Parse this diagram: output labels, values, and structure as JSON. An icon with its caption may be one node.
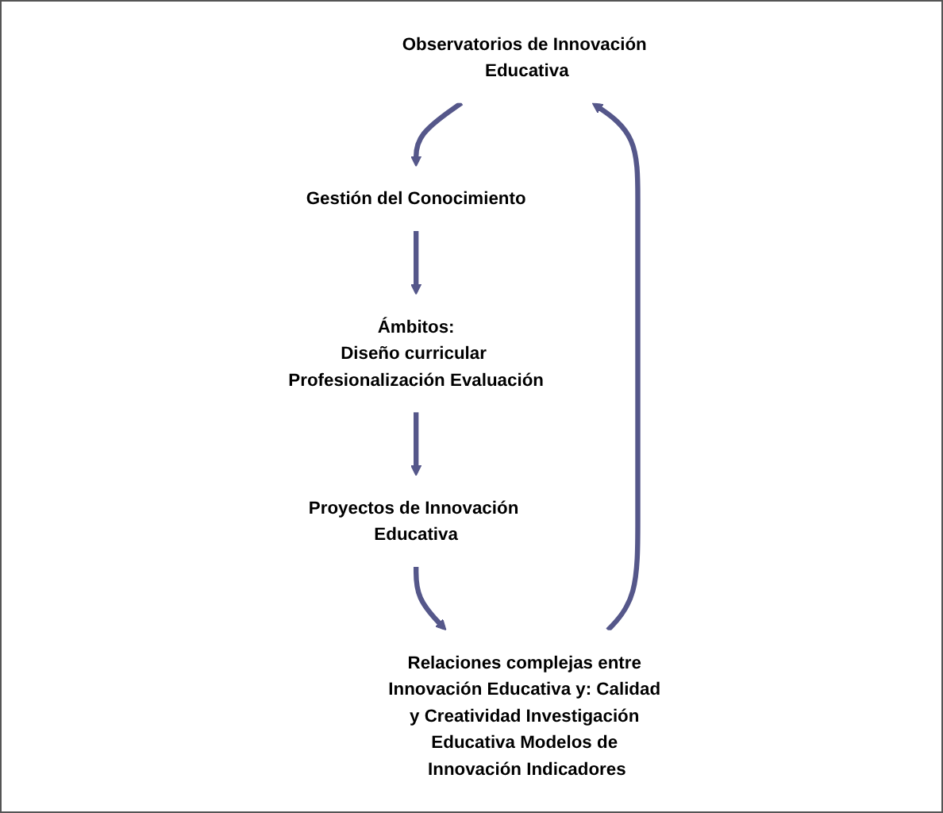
{
  "diagram": {
    "nodes": [
      {
        "text": [
          "Observatorios de Innovación Educativa"
        ]
      },
      {
        "text": [
          "Gestión del Conocimiento"
        ]
      },
      {
        "text": [
          "Ámbitos:",
          "Diseño curricular Profesionalización Evaluación"
        ]
      },
      {
        "text": [
          "Proyectos de Innovación Educativa"
        ]
      },
      {
        "text": [
          "Relaciones complejas entre Innovación Educativa y: Calidad y Creatividad Investigación Educativa Modelos de Innovación Indicadores"
        ]
      }
    ],
    "edges": [
      {
        "from": 0,
        "to": 1,
        "arrow": "to"
      },
      {
        "from": 1,
        "to": 2,
        "arrow": "to"
      },
      {
        "from": 2,
        "to": 3,
        "arrow": "to"
      },
      {
        "from": 3,
        "to": 4,
        "arrow": "to"
      },
      {
        "from": 4,
        "to": 0,
        "arrow": "to"
      }
    ]
  }
}
